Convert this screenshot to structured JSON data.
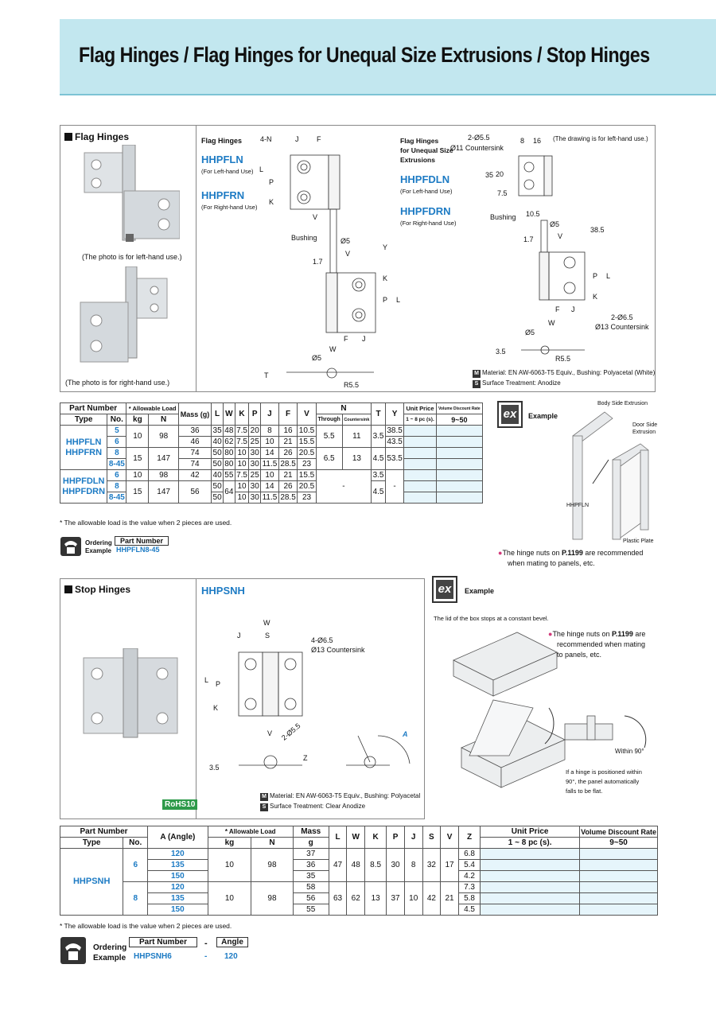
{
  "page": {
    "title": "Flag Hinges / Flag Hinges for Unequal Size Extrusions / Stop Hinges"
  },
  "flag": {
    "heading": "Flag Hinges",
    "photo_note_left": "(The photo is for left-hand use.)",
    "photo_note_right": "(The photo is for right-hand use.)",
    "drawing1": {
      "title": "Flag Hinges",
      "pn1": "HHPFLN",
      "use1": "(For Left-hand Use)",
      "pn2": "HHPFRN",
      "use2": "(For Right-hand Use)",
      "dims": [
        "4-N",
        "J",
        "F",
        "L",
        "P",
        "K",
        "V",
        "Bushing",
        "Ø5",
        "1.7",
        "V",
        "Y",
        "K",
        "P",
        "L",
        "F",
        "J",
        "W",
        "Ø5",
        "T",
        "R5.5"
      ]
    },
    "drawing2": {
      "title_l1": "Flag Hinges",
      "title_l2": "for Unequal Size",
      "title_l3": "Extrusions",
      "pn1": "HHPFDLN",
      "use1": "(For Left-hand Use)",
      "pn2": "HHPFDRN",
      "use2": "(For Right-hand Use)",
      "note": "(The drawing is for left-hand use.)",
      "dims": [
        "2-Ø5.5",
        "Ø11 Countersink",
        "8",
        "16",
        "35",
        "20",
        "7.5",
        "Bushing",
        "10.5",
        "Ø5",
        "1.7",
        "V",
        "38.5",
        "P",
        "L",
        "K",
        "F",
        "J",
        "W",
        "2-Ø6.5",
        "Ø13 Countersink",
        "Ø5",
        "3.5",
        "R5.5"
      ]
    },
    "material": "Material: EN AW-6063-T5 Equiv., Bushing: Polyacetal (White)",
    "surface": "Surface Treatment: Anodize",
    "table": {
      "headers": {
        "part_number": "Part Number",
        "type": "Type",
        "no": "No.",
        "allowable_load": "* Allowable Load",
        "kg": "kg",
        "n": "N",
        "mass": "Mass (g)",
        "L": "L",
        "W": "W",
        "K": "K",
        "P": "P",
        "J": "J",
        "F": "F",
        "V": "V",
        "N": "N",
        "through": "Through",
        "countersink": "Countersink",
        "T": "T",
        "Y": "Y",
        "unit_price": "Unit Price",
        "unit_price_sub": "1 ~ 8 pc (s).",
        "vdr": "Volume Discount Rate",
        "vdr_sub": "9~50"
      },
      "type1": [
        "HHPFLN",
        "HHPFRN"
      ],
      "type2": [
        "HHPFDLN",
        "HHPFDRN"
      ],
      "rows": [
        {
          "no": "5",
          "kg": "10",
          "n": "98",
          "mass": "36",
          "L": "35",
          "W": "48",
          "K": "7.5",
          "P": "20",
          "J": "8",
          "F": "16",
          "V": "10.5",
          "Nt": "5.5",
          "Nc": "11",
          "T": "3.5",
          "Y": "38.5"
        },
        {
          "no": "6",
          "mass": "46",
          "L": "40",
          "W": "62",
          "K": "7.5",
          "P": "25",
          "J": "10",
          "F": "21",
          "V": "15.5",
          "Y": "43.5"
        },
        {
          "no": "8",
          "kg": "15",
          "n": "147",
          "mass": "74",
          "L": "50",
          "W": "80",
          "K": "10",
          "P": "30",
          "J": "14",
          "F": "26",
          "V": "20.5",
          "Nt": "6.5",
          "Nc": "13",
          "T": "4.5",
          "Y": "53.5"
        },
        {
          "no": "8-45",
          "mass": "74",
          "L": "50",
          "W": "80",
          "K": "10",
          "P": "30",
          "J": "11.5",
          "F": "28.5",
          "V": "23"
        },
        {
          "no": "6",
          "kg": "10",
          "n": "98",
          "mass": "42",
          "L": "40",
          "W": "55",
          "K": "7.5",
          "P": "25",
          "J": "10",
          "F": "21",
          "V": "15.5",
          "T": "3.5"
        },
        {
          "no": "8",
          "kg": "15",
          "n": "147",
          "mass": "56",
          "mass_a": "50",
          "L": "64",
          "K": "10",
          "P": "30",
          "J": "14",
          "F": "26",
          "V": "20.5",
          "T": "4.5",
          "N": "-",
          "Y": "-"
        },
        {
          "no": "8-45",
          "mass": "50",
          "K": "10",
          "P": "30",
          "J": "11.5",
          "F": "28.5",
          "V": "23"
        }
      ]
    },
    "footnote": "* The allowable load is the value when 2 pieces are used.",
    "ordering": {
      "label1": "Ordering",
      "label2": "Example",
      "pn_label": "Part Number",
      "pn_value": "HHPFLN8-45"
    },
    "example": {
      "badge": "ex",
      "label": "Example",
      "body_side": "Body Side Extrusion",
      "door_side": "Door Side Extrusion",
      "part": "HHPFLN",
      "plate": "Plastic Plate",
      "note_pre": "The hinge nuts on ",
      "note_page": "P.1199",
      "note_post": " are recommended",
      "note_l2": "when mating to panels, etc."
    }
  },
  "stop": {
    "heading": "Stop Hinges",
    "pn": "HHPSNH",
    "dims": [
      "W",
      "J",
      "S",
      "4-Ø6.5",
      "Ø13 Countersink",
      "L",
      "P",
      "K",
      "V",
      "2-Ø5.5",
      "Z",
      "3.5",
      "A"
    ],
    "rohs": "RoHS10",
    "material": "Material: EN AW-6063-T5 Equiv., Bushing: Polyacetal",
    "surface": "Surface Treatment: Clear Anodize",
    "example": {
      "badge": "ex",
      "label": "Example",
      "caption": "The lid of the box stops at a constant bevel.",
      "note_pre": "The hinge nuts on ",
      "note_page": "P.1199",
      "note_post": " are",
      "note_l2": "recommended when mating",
      "note_l3": "to panels, etc.",
      "within": "Within 90°",
      "cap1": "If a hinge is positioned within",
      "cap2": "90°, the panel automatically",
      "cap3": "falls to be flat."
    },
    "table": {
      "headers": {
        "part_number": "Part Number",
        "type": "Type",
        "no": "No.",
        "angle": "A (Angle)",
        "allowable_load": "* Allowable Load",
        "kg": "kg",
        "n": "N",
        "mass": "Mass",
        "mass_unit": "g",
        "L": "L",
        "W": "W",
        "K": "K",
        "P": "P",
        "J": "J",
        "S": "S",
        "V": "V",
        "Z": "Z",
        "unit_price": "Unit Price",
        "unit_price_sub": "1 ~ 8 pc (s).",
        "vdr": "Volume Discount Rate",
        "vdr_sub": "9~50"
      },
      "type": "HHPSNH",
      "groups": [
        {
          "no": "6",
          "kg": "10",
          "n": "98",
          "L": "47",
          "W": "48",
          "K": "8.5",
          "P": "30",
          "J": "8",
          "S": "32",
          "V": "17",
          "rows": [
            {
              "a": "120",
              "mass": "37",
              "z": "6.8"
            },
            {
              "a": "135",
              "mass": "36",
              "z": "5.4"
            },
            {
              "a": "150",
              "mass": "35",
              "z": "4.2"
            }
          ]
        },
        {
          "no": "8",
          "kg": "10",
          "n": "98",
          "L": "63",
          "W": "62",
          "K": "13",
          "P": "37",
          "J": "10",
          "S": "42",
          "V": "21",
          "rows": [
            {
              "a": "120",
              "mass": "58",
              "z": "7.3"
            },
            {
              "a": "135",
              "mass": "56",
              "z": "5.8"
            },
            {
              "a": "150",
              "mass": "55",
              "z": "4.5"
            }
          ]
        }
      ]
    },
    "footnote": "* The allowable load is the value when 2 pieces are used.",
    "ordering": {
      "label1": "Ordering",
      "label2": "Example",
      "pn_label": "Part Number",
      "dash": "-",
      "angle_label": "Angle",
      "pn_value": "HHPSNH6",
      "angle_value": "120"
    }
  }
}
